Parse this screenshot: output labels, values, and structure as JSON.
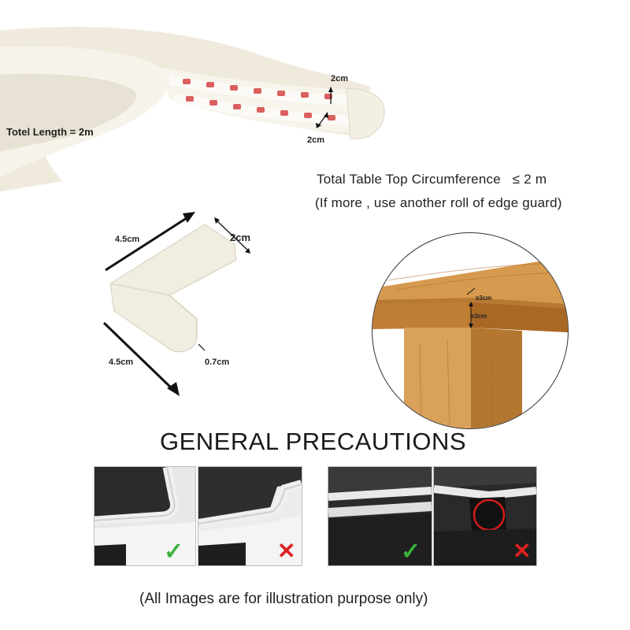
{
  "roll": {
    "total_length_label": "Totel Length = 2m",
    "height_label": "2cm",
    "width_label": "2cm"
  },
  "circumference": {
    "line1_text": "Total Table Top Circumference",
    "line1_value": "≤ 2 m",
    "line2": "(If more , use another roll of edge guard)"
  },
  "corner_piece": {
    "length_a": "4.5cm",
    "length_b": "4.5cm",
    "width": "2cm",
    "thickness": "0.7cm"
  },
  "table_detail": {
    "dim_top": "≥3cm",
    "dim_side": "≥3cm"
  },
  "precautions": {
    "title": "GENERAL PRECAUTIONS",
    "panels": [
      {
        "status": "correct",
        "mark": "✓"
      },
      {
        "status": "incorrect",
        "mark": "✕"
      },
      {
        "status": "correct",
        "mark": "✓"
      },
      {
        "status": "incorrect",
        "mark": "✕"
      }
    ]
  },
  "disclaimer": "(All Images are for illustration purpose only)",
  "colors": {
    "guard": "#f1ede1",
    "tape_red": "#d64545",
    "wood": "#c8863a",
    "check_green": "#3bb23b",
    "cross_red": "#e02020",
    "dark_panel": "#2a2a2a"
  }
}
